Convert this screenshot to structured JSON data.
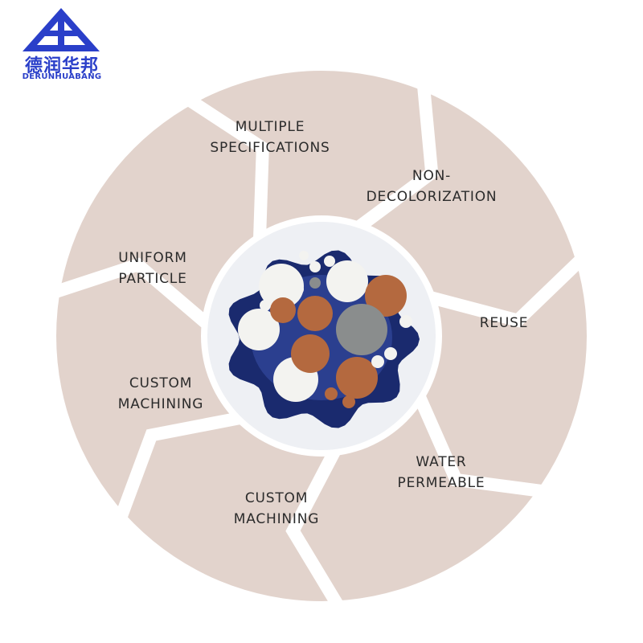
{
  "logo": {
    "name_cn": "德润华邦",
    "name_en": "DERUNHUABANG",
    "brand_color": "#2a3fc9"
  },
  "colors": {
    "segment": "#e2d3cc",
    "separator": "#ffffff",
    "bowl_dark": "#1a2a6e",
    "ball_white": "#f3f3f0",
    "ball_brown": "#b4693f",
    "ball_gray": "#8a8d8d"
  },
  "segments": [
    {
      "id": "multiple-specifications",
      "line1": "MULTIPLE",
      "line2": "SPECIFICATIONS"
    },
    {
      "id": "non-decolorization",
      "line1": "NON-",
      "line2": "DECOLORIZATION"
    },
    {
      "id": "reuse",
      "line1": "REUSE",
      "line2": ""
    },
    {
      "id": "water-permeable",
      "line1": "WATER",
      "line2": "PERMEABLE"
    },
    {
      "id": "custom-machining-bottom",
      "line1": "CUSTOM",
      "line2": "MACHINING"
    },
    {
      "id": "custom-machining-left",
      "line1": "CUSTOM",
      "line2": "MACHINING"
    },
    {
      "id": "uniform-particle",
      "line1": "UNIFORM",
      "line2": "PARTICLE"
    }
  ]
}
